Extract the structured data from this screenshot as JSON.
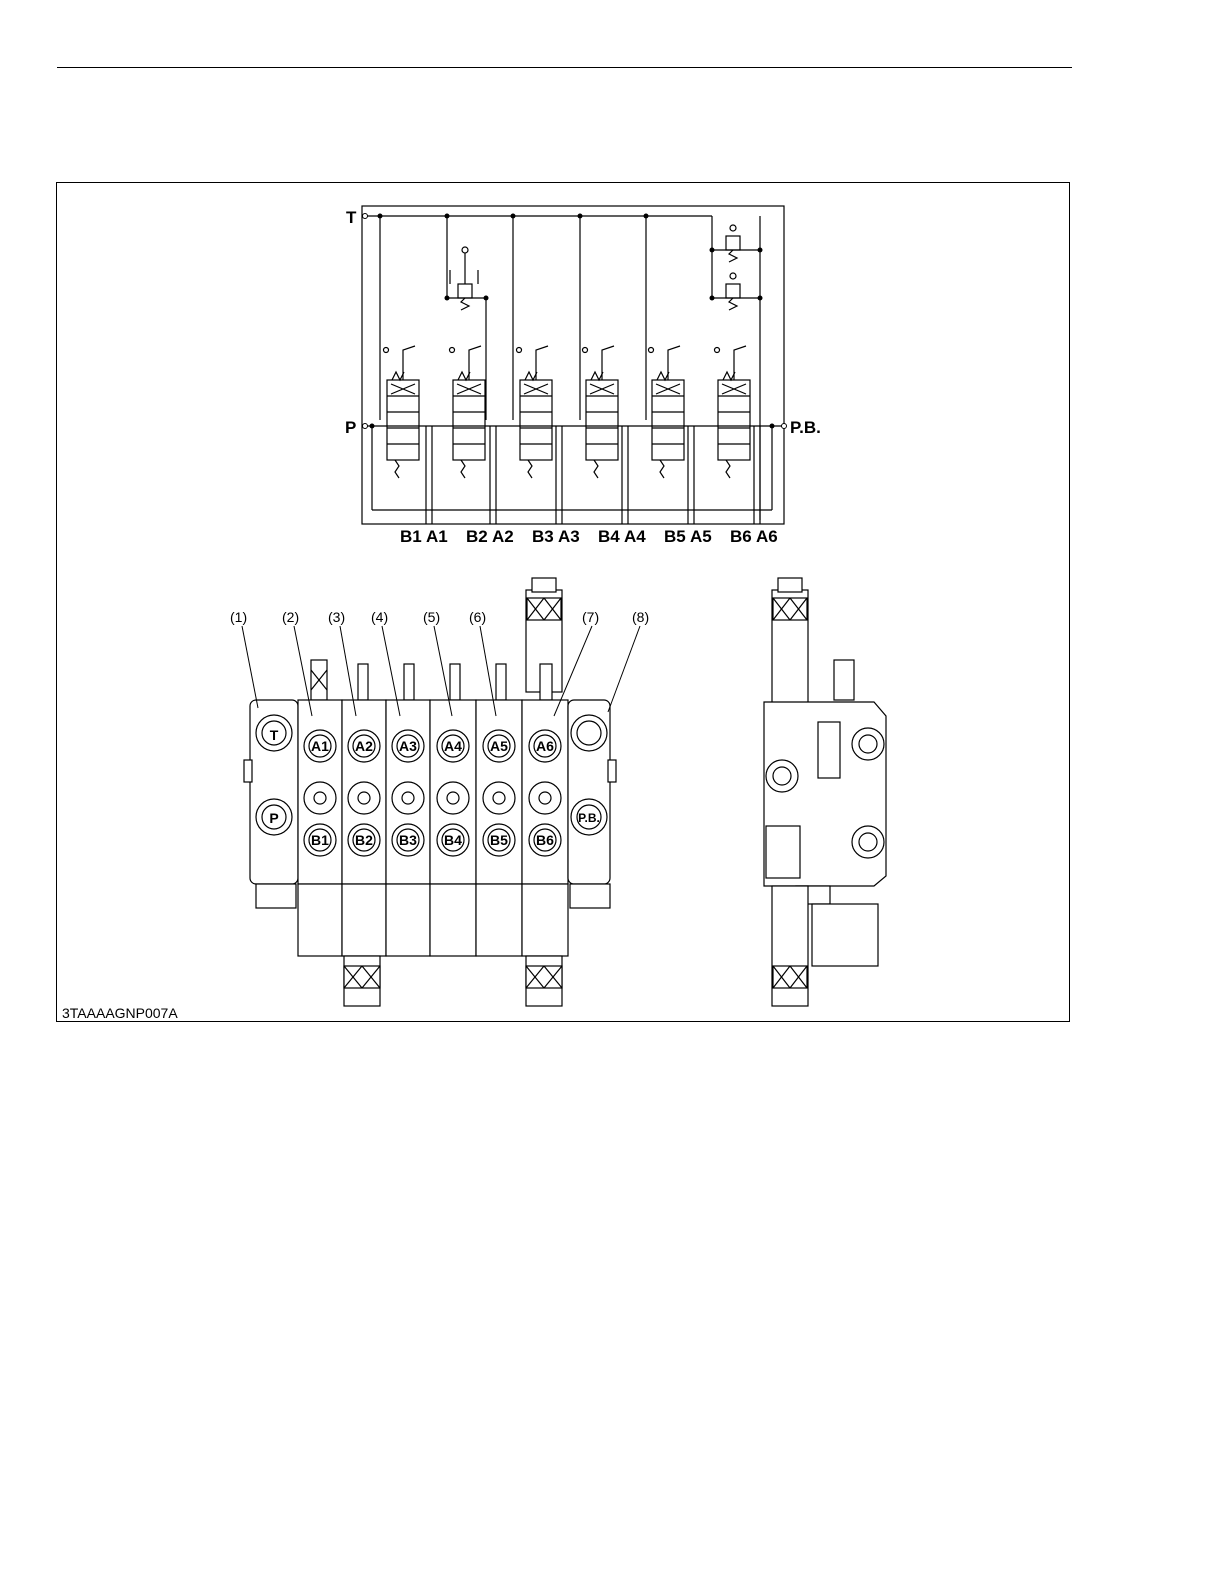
{
  "schematic": {
    "tank_label": "T",
    "pump_label": "P",
    "power_beyond_label": "P.B.",
    "work_ports": [
      "B1",
      "A1",
      "B2",
      "A2",
      "B3",
      "A3",
      "B4",
      "A4",
      "B5",
      "A5",
      "B6",
      "A6"
    ]
  },
  "front_view": {
    "callouts": [
      "(1)",
      "(2)",
      "(3)",
      "(4)",
      "(5)",
      "(6)",
      "(7)",
      "(8)"
    ],
    "upper_ports": [
      "A1",
      "A2",
      "A3",
      "A4",
      "A5",
      "A6"
    ],
    "lower_ports": [
      "B1",
      "B2",
      "B3",
      "B4",
      "B5",
      "B6"
    ],
    "inlet_tank_port": "T",
    "inlet_pump_port": "P",
    "outlet_port": "P.B."
  },
  "figure_code": "3TAAAAGNP007A"
}
